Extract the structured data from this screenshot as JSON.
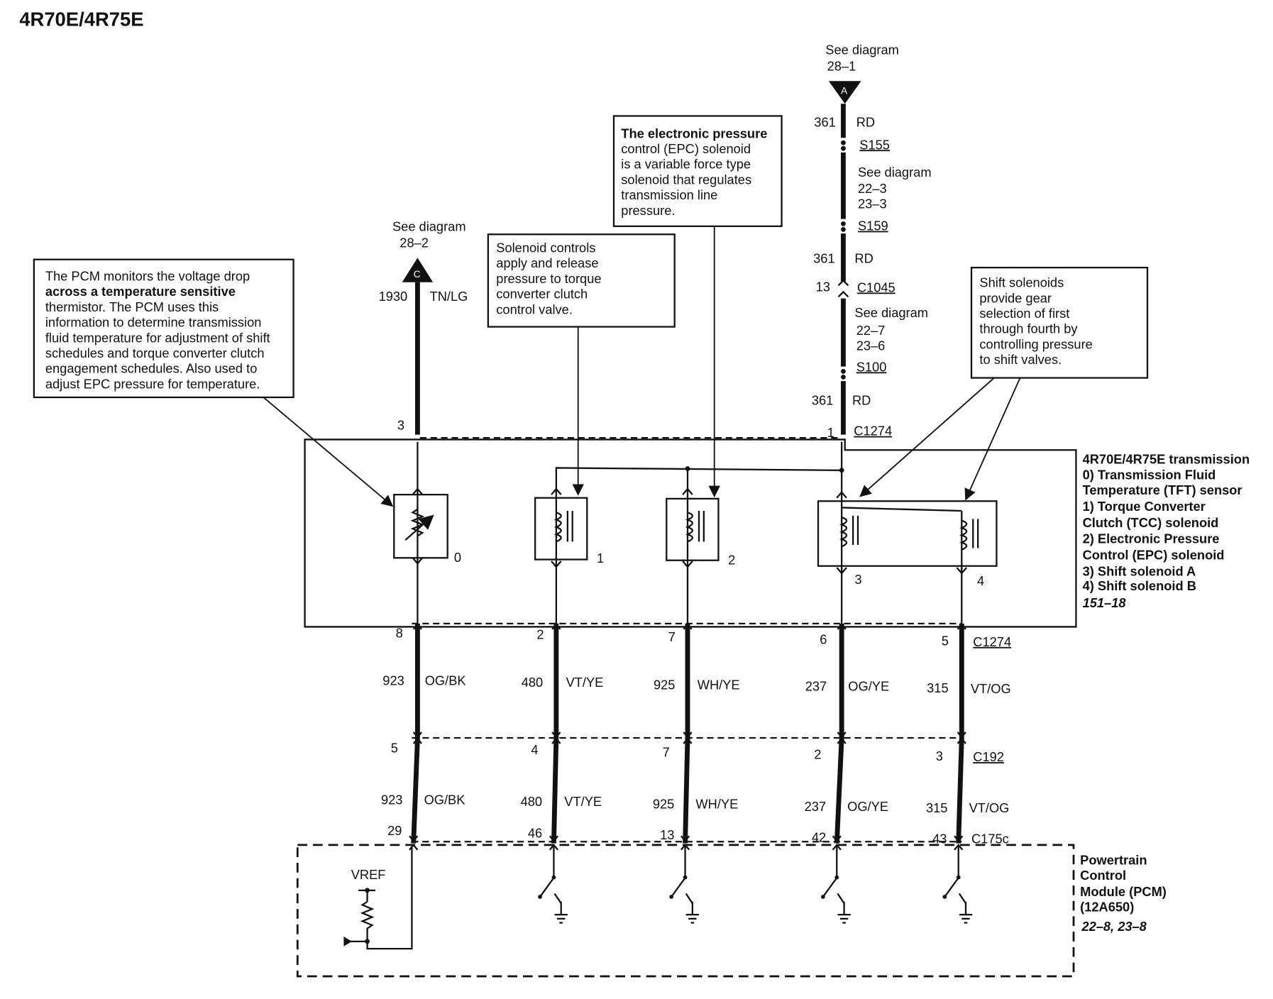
{
  "title": "4R70E/4R75E",
  "notes": {
    "tft_note": [
      "The PCM monitors the voltage drop",
      "across a temperature sensitive",
      "thermistor. The PCM uses this",
      "information to determine transmission",
      "fluid temperature for adjustment of shift",
      "schedules and torque converter clutch",
      "engagement schedules. Also used to",
      "adjust EPC pressure for temperature."
    ],
    "tcc_note": [
      "Solenoid controls",
      "apply and release",
      "pressure to torque",
      "converter clutch",
      "control valve."
    ],
    "epc_note": [
      "The electronic pressure",
      "control (EPC) solenoid",
      "is a variable force type",
      "solenoid that regulates",
      "transmission line",
      "pressure."
    ],
    "shift_note": [
      "Shift solenoids",
      "provide gear",
      "selection of first",
      "through fourth by",
      "controlling pressure",
      "to shift valves."
    ]
  },
  "refs": {
    "c_see": "See diagram",
    "c_num": "28–2",
    "c_letter": "C",
    "a_see": "See diagram",
    "a_num": "28–1",
    "a_letter": "A"
  },
  "feed_c": {
    "circuit": "1930",
    "color": "TN/LG",
    "pin": "3"
  },
  "feed_a": {
    "circuit1": "361",
    "color1": "RD",
    "splice1": "S155",
    "see_mid1": "See diagram",
    "see_mid1_a": "22–3",
    "see_mid1_b": "23–3",
    "splice2": "S159",
    "circuit2": "361",
    "color2": "RD",
    "conn_pin": "13",
    "connector": "C1045",
    "see_mid2": "See diagram",
    "see_mid2_a": "22–7",
    "see_mid2_b": "23–6",
    "splice3": "S100",
    "circuit3": "361",
    "color3": "RD",
    "pin": "1",
    "connector_top": "C1274"
  },
  "component_labels": {
    "n0": "0",
    "n1": "1",
    "n2": "2",
    "n3": "3",
    "n4": "4"
  },
  "transmission_legend": [
    "4R70E/4R75E transmission",
    "0) Transmission Fluid",
    "Temperature (TFT) sensor",
    "1) Torque Converter",
    "Clutch (TCC) solenoid",
    "2) Electronic Pressure",
    "Control (EPC) solenoid",
    "3) Shift solenoid A",
    "4) Shift solenoid B"
  ],
  "transmission_ref": "151–18",
  "wires": [
    {
      "pin_upper": "8",
      "circuit_upper": "923",
      "color_upper": "OG/BK",
      "pin_mid": "5",
      "circuit_lower": "923",
      "color_lower": "OG/BK",
      "pin_pcm": "29"
    },
    {
      "pin_upper": "2",
      "circuit_upper": "480",
      "color_upper": "VT/YE",
      "pin_mid": "4",
      "circuit_lower": "480",
      "color_lower": "VT/YE",
      "pin_pcm": "46"
    },
    {
      "pin_upper": "7",
      "circuit_upper": "925",
      "color_upper": "WH/YE",
      "pin_mid": "7",
      "circuit_lower": "925",
      "color_lower": "WH/YE",
      "pin_pcm": "13"
    },
    {
      "pin_upper": "6",
      "circuit_upper": "237",
      "color_upper": "OG/YE",
      "pin_mid": "2",
      "circuit_lower": "237",
      "color_lower": "OG/YE",
      "pin_pcm": "42"
    },
    {
      "pin_upper": "5",
      "circuit_upper": "315",
      "color_upper": "VT/OG",
      "pin_mid": "3",
      "circuit_lower": "315",
      "color_lower": "VT/OG",
      "pin_pcm": "43"
    }
  ],
  "connectors": {
    "upper": "C1274",
    "middle": "C192",
    "pcm": "C175c"
  },
  "pcm": {
    "vref": "VREF",
    "legend": [
      "Powertrain",
      "Control",
      "Module (PCM)",
      "(12A650)"
    ],
    "ref": "22–8, 23–8"
  }
}
